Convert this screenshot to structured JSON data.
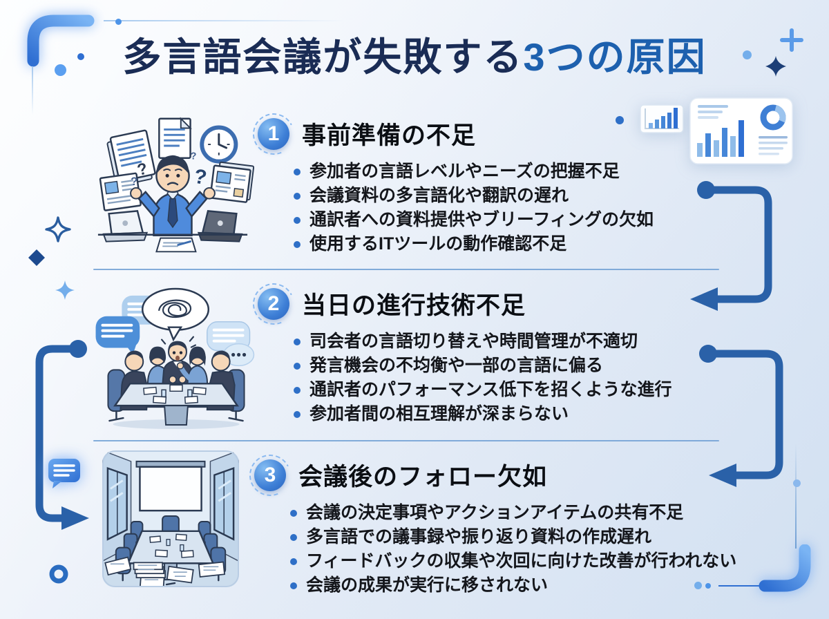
{
  "title": {
    "main": "多言語会議が失敗する",
    "highlight": "3つの原因"
  },
  "sections": [
    {
      "number": "1",
      "heading": "事前準備の不足",
      "bullets": [
        "参加者の言語レベルやニーズの把握不足",
        "会議資料の多言語化や翻訳の遅れ",
        "通訳者への資料提供やブリーフィングの欠如",
        "使用するITツールの動作確認不足"
      ]
    },
    {
      "number": "2",
      "heading": "当日の進行技術不足",
      "bullets": [
        "司会者の言語切り替えや時間管理が不適切",
        "発言機会の不均衡や一部の言語に偏る",
        "通訳者のパフォーマンス低下を招くような進行",
        "参加者間の相互理解が深まらない"
      ]
    },
    {
      "number": "3",
      "heading": "会議後のフォロー欠如",
      "bullets": [
        "会議の決定事項やアクションアイテムの共有不足",
        "多言語での議事録や振り返り資料の作成遅れ",
        "フィードバックの収集や次回に向けた改善が行われない",
        "会議の成果が実行に移されない"
      ]
    }
  ],
  "colors": {
    "title_navy": "#1a2c55",
    "title_blue": "#1d60ae",
    "bullet_dot": "#2e6fc7",
    "connector": "#2a61a8",
    "divider": "#6f9fd4",
    "badge_blue": "#3e7fd6"
  },
  "icons": {
    "bar-chart-icon": "panel with ascending blue bars",
    "analytics-card-icon": "card with bar chart, donut chart and text lines",
    "chat-bubble-icon": "blue speech bubble with text lines",
    "plus-icon": "+",
    "diamond-icon": "◆",
    "sparkle-icon": "✦",
    "ring-icon": "○",
    "corner-bracket-icon": "rounded L corner",
    "arrow-connector-icon": "elbow arrow starting with dot"
  }
}
